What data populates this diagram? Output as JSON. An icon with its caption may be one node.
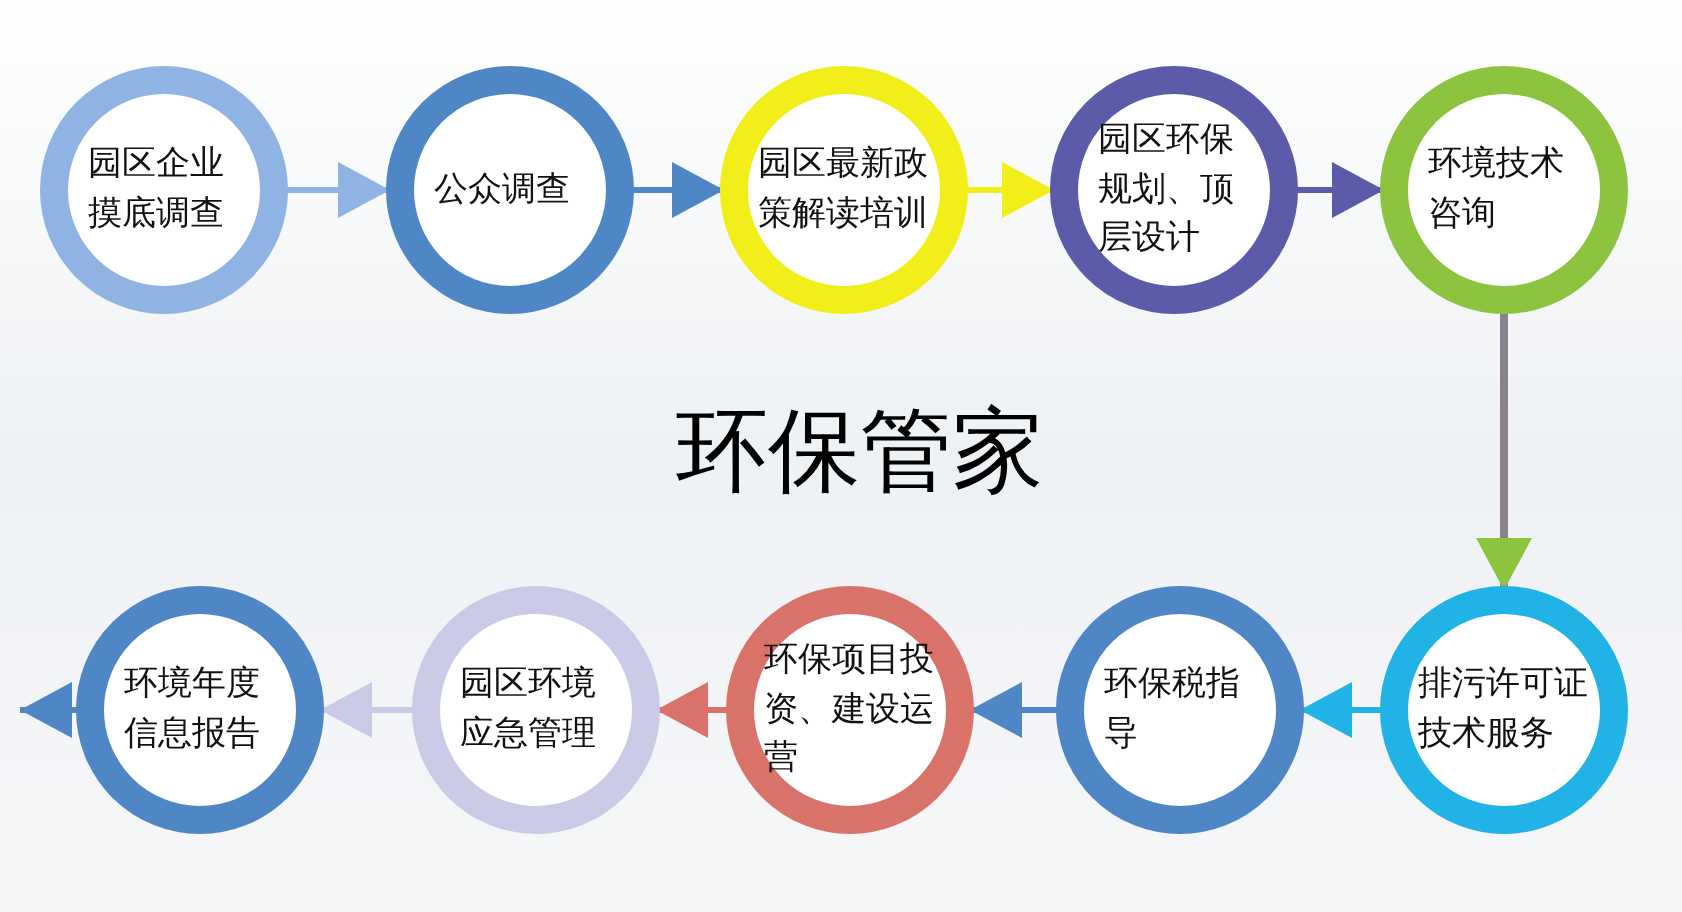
{
  "diagram": {
    "title": "环保管家",
    "nodes": [
      {
        "text": [
          "园区企业摸底调查"
        ]
      },
      {
        "text": [
          "公众调查"
        ]
      },
      {
        "text": [
          "园区最新政策解读培训"
        ]
      },
      {
        "text": [
          "园区环保规划、顶层设计"
        ]
      },
      {
        "text": [
          "环境技术咨询"
        ]
      },
      {
        "text": [
          "排污许可证技术服务"
        ]
      },
      {
        "text": [
          "环保税指导"
        ]
      },
      {
        "text": [
          "环保项目投资、建设运营"
        ]
      },
      {
        "text": [
          "园区环境应急管理"
        ]
      },
      {
        "text": [
          "环境年度信息报告"
        ]
      }
    ],
    "edges": [
      {
        "from": 0,
        "to": 1,
        "arrow": "to",
        "color": "#8fb4e3"
      },
      {
        "from": 1,
        "to": 2,
        "arrow": "to",
        "color": "#4f86c6"
      },
      {
        "from": 2,
        "to": 3,
        "arrow": "to",
        "color": "#f2ee1a"
      },
      {
        "from": 3,
        "to": 4,
        "arrow": "to",
        "color": "#5b5ba9"
      },
      {
        "from": 4,
        "to": 5,
        "arrow": "to",
        "color": "#8a8490"
      },
      {
        "from": 5,
        "to": 6,
        "arrow": "to",
        "color": "#21b2e6"
      },
      {
        "from": 6,
        "to": 7,
        "arrow": "to",
        "color": "#4f86c6"
      },
      {
        "from": 7,
        "to": 8,
        "arrow": "to",
        "color": "#d9736a"
      },
      {
        "from": 8,
        "to": 9,
        "arrow": "to",
        "color": "#cacae6"
      },
      {
        "from": 9,
        "to": null,
        "arrow": "to",
        "color": "#4f86c6"
      }
    ]
  }
}
